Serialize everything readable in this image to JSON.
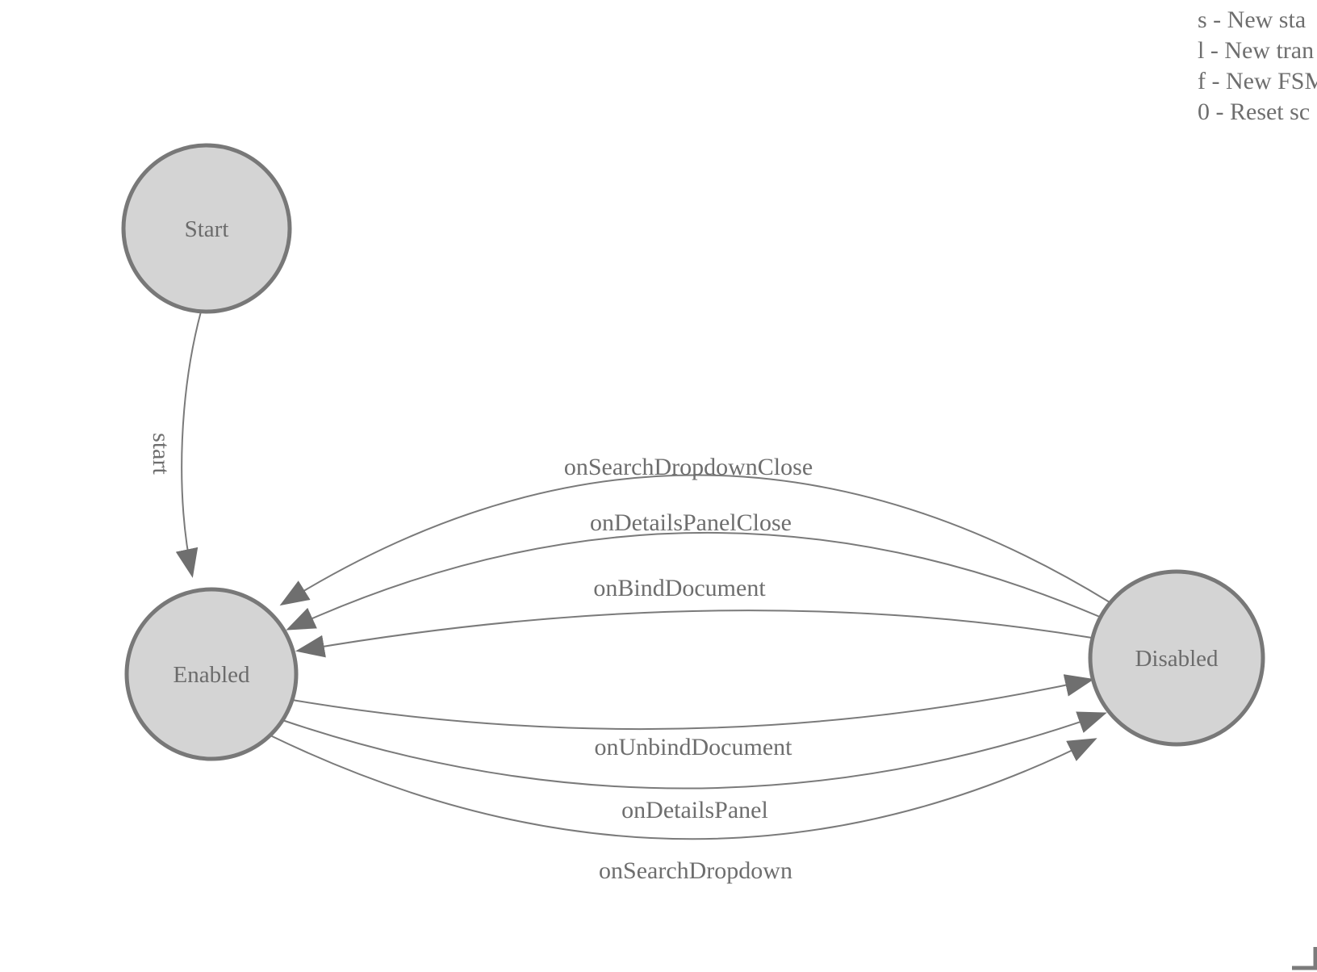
{
  "diagram": {
    "type": "finite-state-machine",
    "nodes": [
      {
        "id": "start",
        "label": "Start"
      },
      {
        "id": "enabled",
        "label": "Enabled"
      },
      {
        "id": "disabled",
        "label": "Disabled"
      }
    ],
    "edges": [
      {
        "from": "start",
        "to": "enabled",
        "label": "start"
      },
      {
        "from": "disabled",
        "to": "enabled",
        "label": "onSearchDropdownClose"
      },
      {
        "from": "disabled",
        "to": "enabled",
        "label": "onDetailsPanelClose"
      },
      {
        "from": "disabled",
        "to": "enabled",
        "label": "onBindDocument"
      },
      {
        "from": "enabled",
        "to": "disabled",
        "label": "onUnbindDocument"
      },
      {
        "from": "enabled",
        "to": "disabled",
        "label": "onDetailsPanel"
      },
      {
        "from": "enabled",
        "to": "disabled",
        "label": "onSearchDropdown"
      }
    ]
  },
  "legend": {
    "items": [
      "s - New sta",
      "l - New tran",
      "f - New FSM",
      "0 - Reset sc"
    ]
  },
  "colors": {
    "background": "#ffffff",
    "node_fill": "#d4d4d4",
    "node_stroke": "#787878",
    "edge_stroke": "#7a7a7a",
    "arrow_fill": "#6f6f6f",
    "label_text": "#6e6e6e"
  }
}
